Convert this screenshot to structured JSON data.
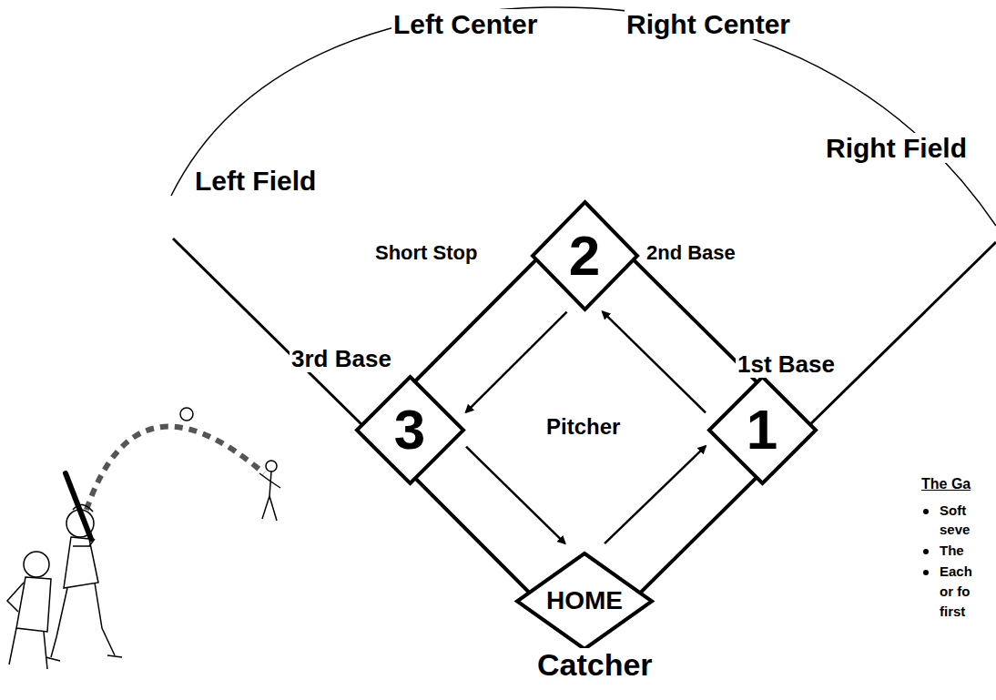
{
  "diagram": {
    "nodes": [
      {
        "text": [
          "2"
        ]
      },
      {
        "text": [
          "3"
        ]
      },
      {
        "text": [
          "1"
        ]
      },
      {
        "text": [
          "HOME"
        ]
      }
    ],
    "edges": [
      {
        "from": 3,
        "to": 2,
        "arrow": "to"
      },
      {
        "from": 2,
        "to": 0,
        "arrow": "to"
      },
      {
        "from": 0,
        "to": 1,
        "arrow": "to"
      },
      {
        "from": 1,
        "to": 3,
        "arrow": "to"
      }
    ],
    "labels": [
      "Left Center",
      "Right Center",
      "Left Field",
      "Right Field",
      "Short Stop",
      "2nd Base",
      "1st Base",
      "3rd Base",
      "Pitcher",
      "Catcher",
      "The Ga",
      "Soft",
      "seve",
      "The",
      "Each",
      "or fo",
      "first"
    ]
  }
}
